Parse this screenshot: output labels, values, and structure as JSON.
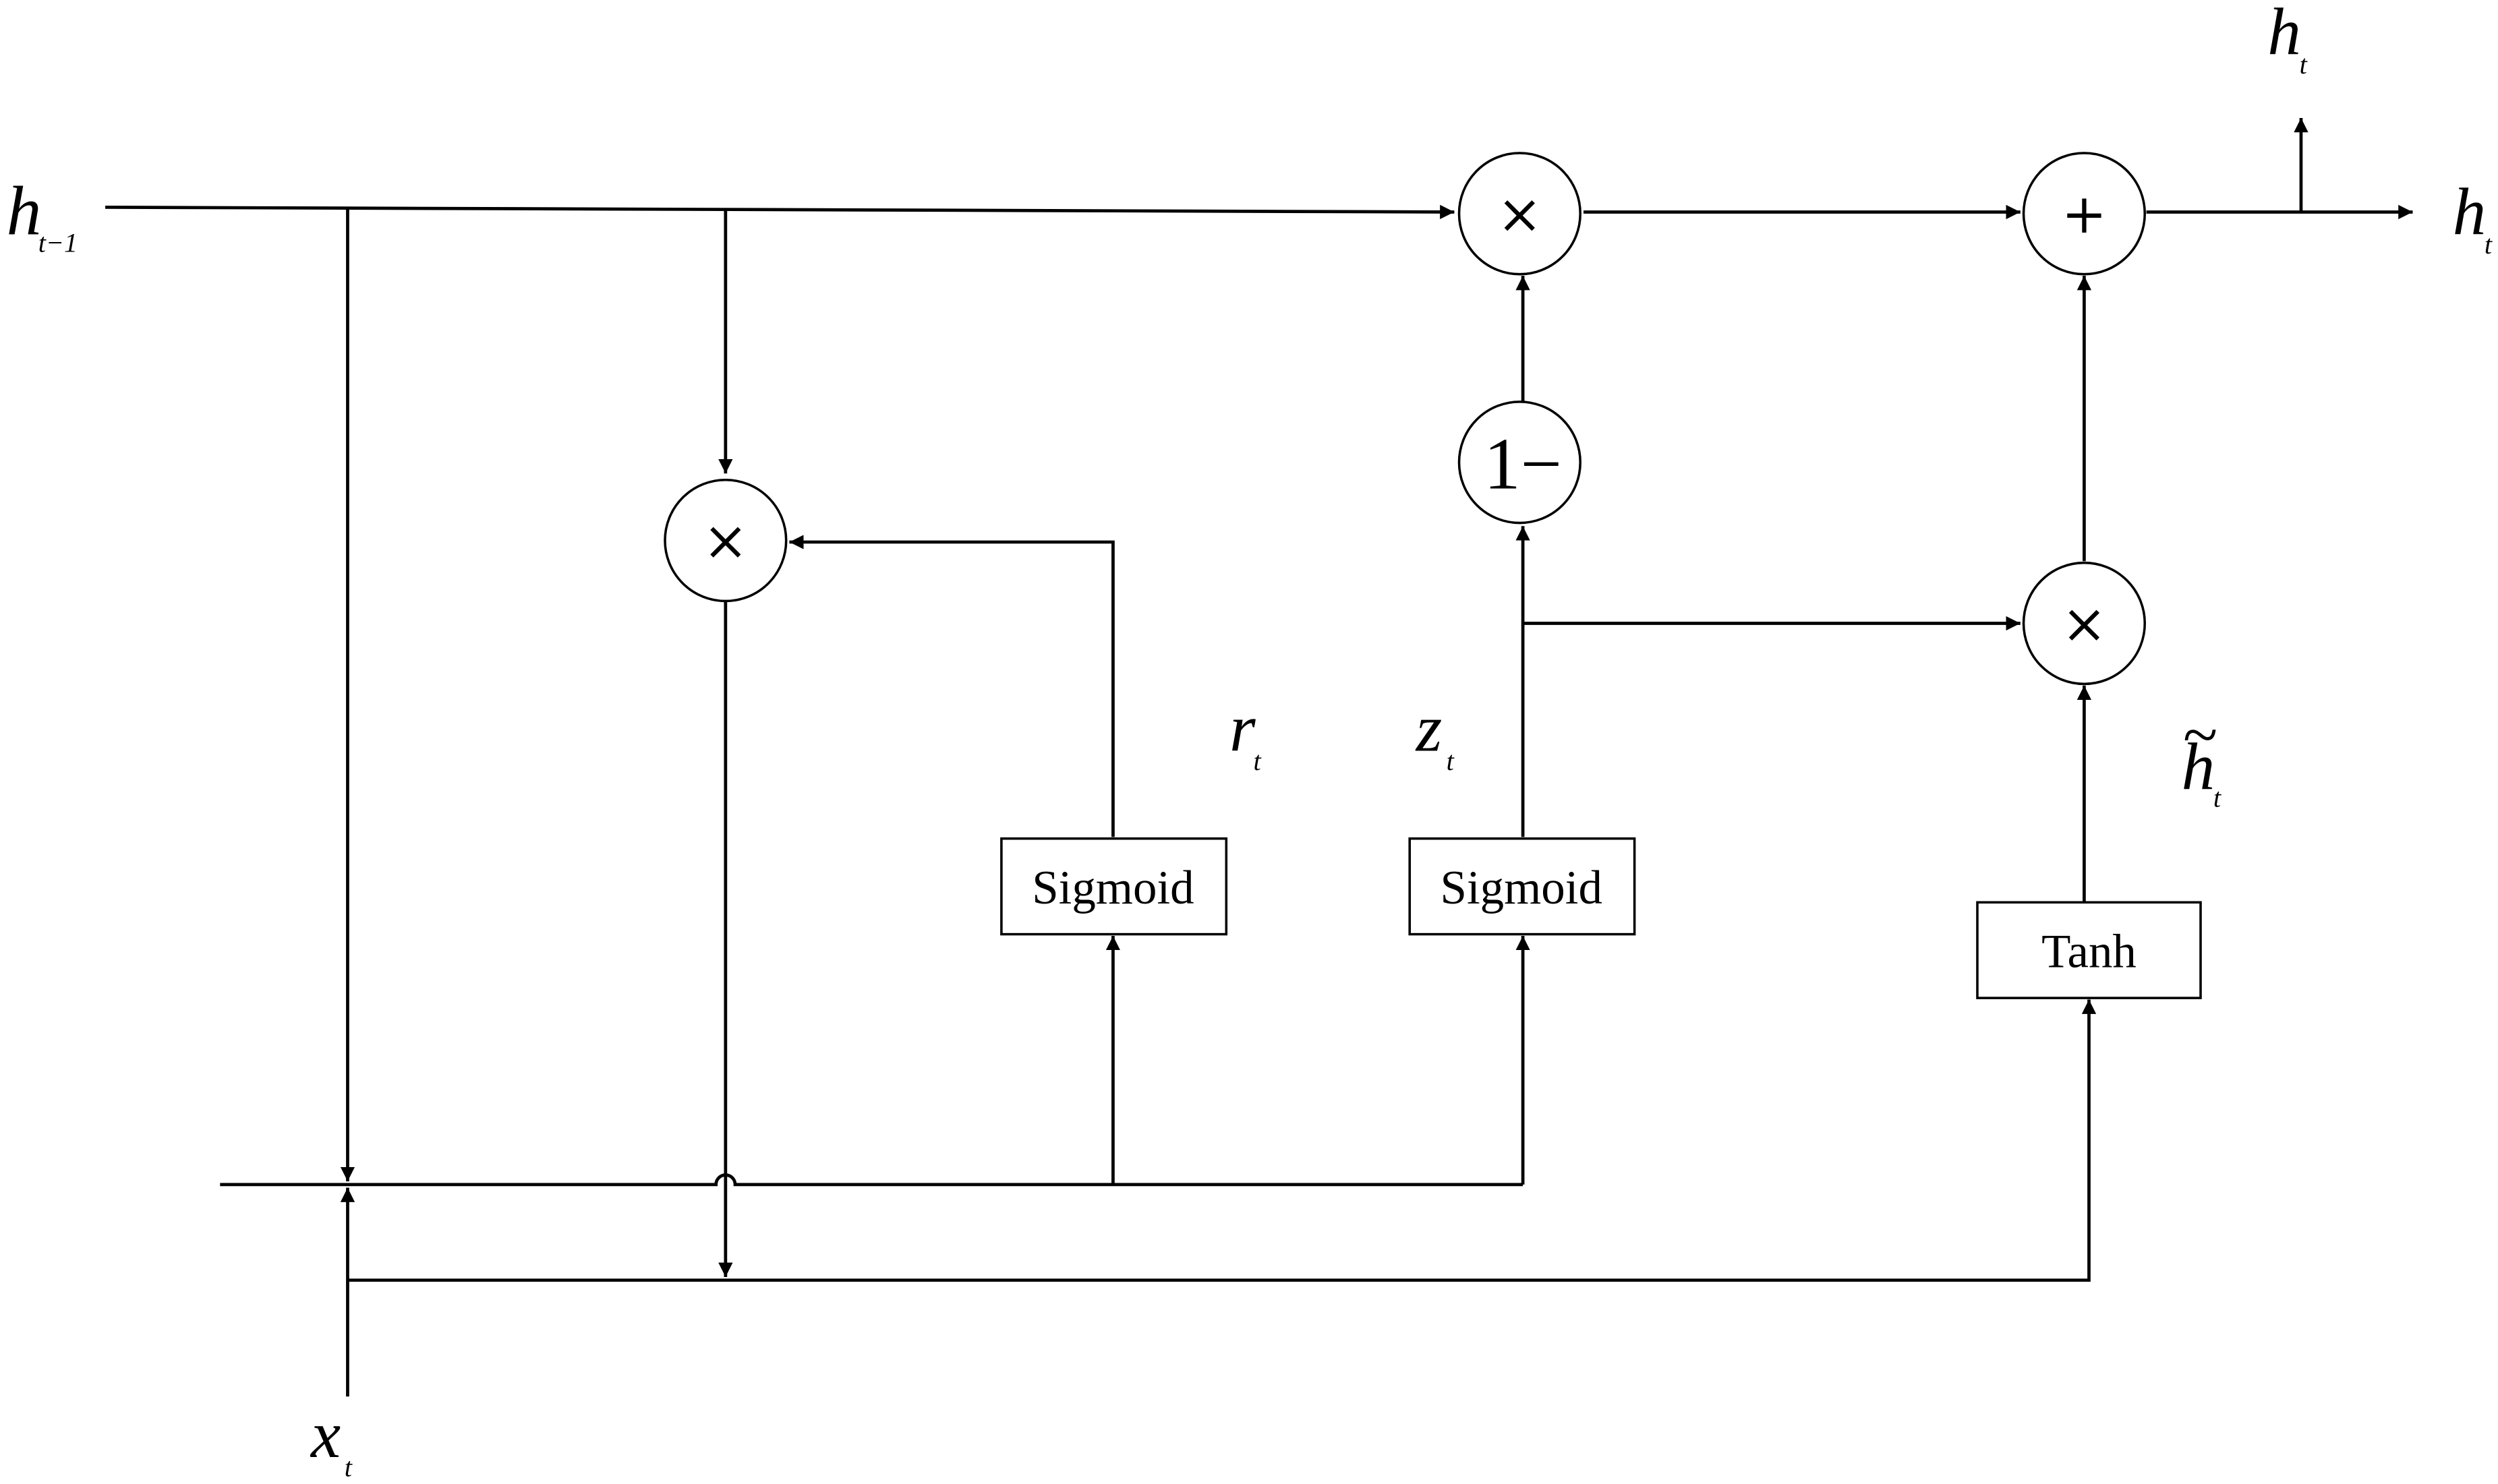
{
  "gates": {
    "reset_activation": "Sigmoid",
    "update_activation": "Sigmoid",
    "candidate_activation": "Tanh"
  },
  "operators": {
    "multiply": "×",
    "add": "+",
    "one_minus": "1−"
  },
  "labels": {
    "h_prev_main": "h",
    "h_prev_sub": "t−1",
    "h_out_up_main": "h",
    "h_out_up_sub": "t",
    "h_out_right_main": "h",
    "h_out_right_sub": "t",
    "r_main": "r",
    "r_sub": "t",
    "z_main": "z",
    "z_sub": "t",
    "h_tilde_main": "h",
    "h_tilde_sub": "t",
    "h_tilde_mark": "~",
    "x_main": "x",
    "x_sub": "t"
  }
}
